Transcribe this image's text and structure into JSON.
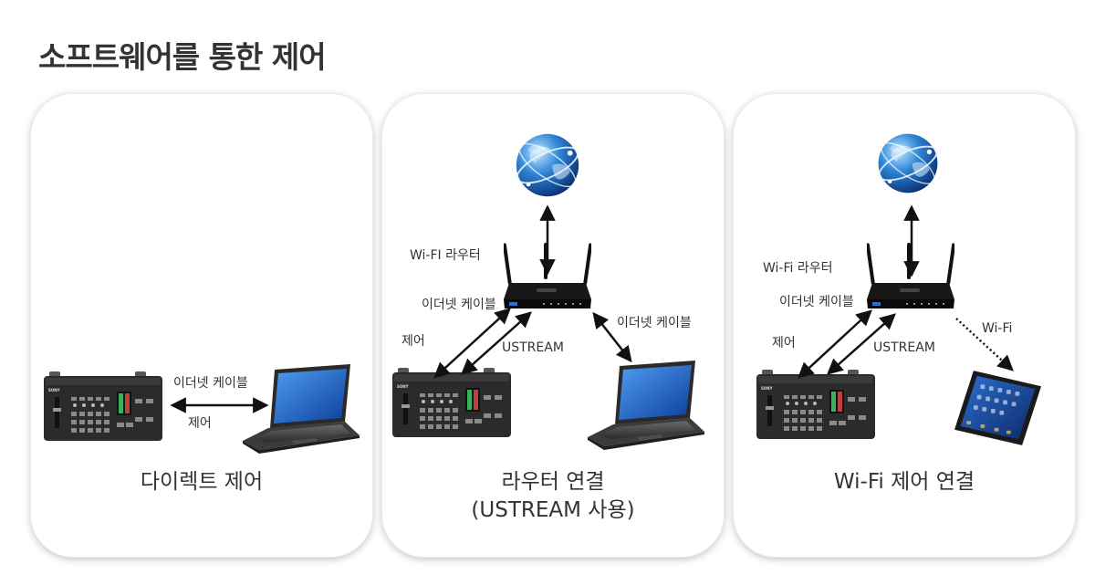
{
  "page": {
    "title": "소프트웨어를 통한 제어"
  },
  "panels": [
    {
      "caption": "다이렉트 제어",
      "labels": {
        "ethernet": "이더넷 케이블",
        "control": "제어"
      }
    },
    {
      "caption_line1": "라우터 연결",
      "caption_line2": "(USTREAM 사용)",
      "labels": {
        "router": "Wi-FI 라우터",
        "ethernet_left": "이더넷 케이블",
        "control": "제어",
        "ustream": "USTREAM",
        "ethernet_right": "이더넷 케이블"
      }
    },
    {
      "caption": "Wi-Fi 제어 연결",
      "labels": {
        "router": "Wi-Fi 라우터",
        "ethernet": "이더넷 케이블",
        "control": "제어",
        "ustream": "USTREAM",
        "wifi": "Wi-Fi"
      }
    }
  ],
  "device_text": {
    "brand": "SONY"
  },
  "colors": {
    "panel_border": "#e0e0e0",
    "switcher_body": "#2b2b2b",
    "router_body": "#111111",
    "globe": "#2a78c8",
    "laptop_screen": "#1d64c4",
    "arrow": "#111111"
  }
}
